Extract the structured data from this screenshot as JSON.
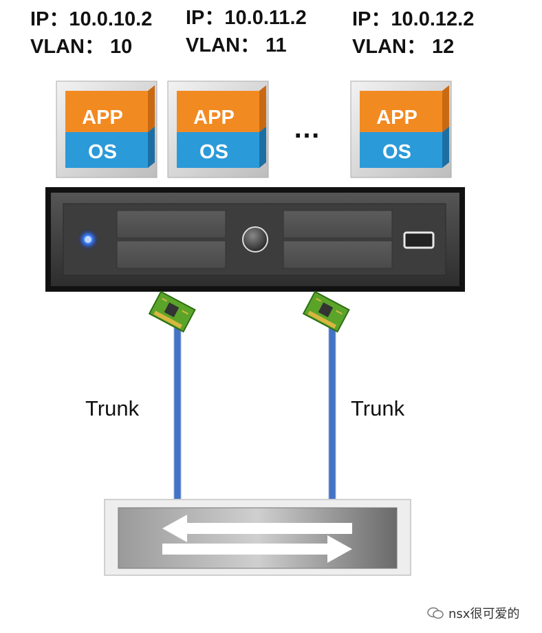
{
  "vms": [
    {
      "ip_line": "IP：10.0.10.2",
      "vlan_line": "VLAN： 10",
      "app": "APP",
      "os": "OS"
    },
    {
      "ip_line": "IP：10.0.11.2",
      "vlan_line": "VLAN： 11",
      "app": "APP",
      "os": "OS"
    },
    {
      "ip_line": "IP：10.0.12.2",
      "vlan_line": "VLAN： 12",
      "app": "APP",
      "os": "OS"
    }
  ],
  "ellipsis": "…",
  "links": [
    {
      "label": "Trunk"
    },
    {
      "label": "Trunk"
    }
  ],
  "watermark": "nsx很可爱的",
  "colors": {
    "app_orange": "#f28a22",
    "os_blue": "#2b9ad8",
    "frame_gray": "#d8d8d8",
    "server_body": "#3a3a3a",
    "link_blue": "#4472c4",
    "switch_gray": "#888888"
  }
}
